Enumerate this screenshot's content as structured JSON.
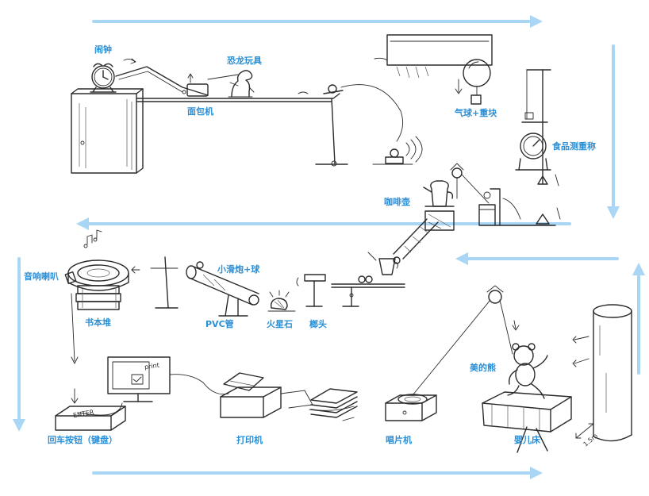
{
  "labels": {
    "alarm_clock": "闹钟",
    "toaster": "面包机",
    "dinosaur_toy": "恐龙玩具",
    "balloon_weight": "气球+重块",
    "food_scale": "食品测重称",
    "coffee_pot": "咖啡壶",
    "small_cannon_ball": "小滑炮+球",
    "speaker": "音响喇叭",
    "book_stack": "书本堆",
    "pvc_pipe": "PVC管",
    "flint": "火星石",
    "hammer": "榔头",
    "enter_key": "回车按钮（键盘）",
    "printer": "打印机",
    "record_player": "唱片机",
    "crib": "婴儿床",
    "beauty_bear": "美的熊"
  },
  "drawing_text": {
    "monitor_word": "print",
    "key_word": "ENTER",
    "fan_height": "1.5m"
  },
  "colors": {
    "label": "#2a8fd6",
    "flow_arrow": "#a9d6f5",
    "ink": "#2b2b2b"
  }
}
